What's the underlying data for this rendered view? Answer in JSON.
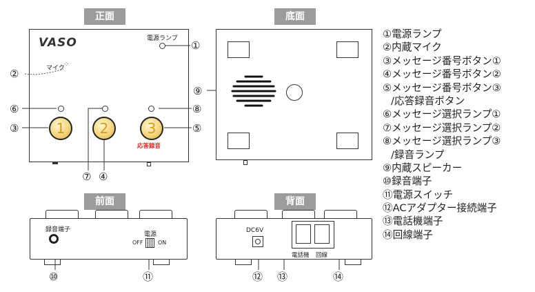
{
  "views": {
    "front_top": {
      "title": "正面"
    },
    "bottom": {
      "title": "底面"
    },
    "front": {
      "title": "前面"
    },
    "back": {
      "title": "背面"
    }
  },
  "device": {
    "logo": "VASO",
    "power_lamp_label": "電源ランプ",
    "mic_label": "マイク",
    "button_numbers": [
      "1",
      "2",
      "3"
    ],
    "answer_record_label": "応答録音",
    "record_terminal_label": "録音端子",
    "power_label": "電源",
    "off_label": "OFF",
    "on_label": "ON",
    "dc_label": "DC6V",
    "phone_label": "電話機",
    "line_label": "回線"
  },
  "callouts": [
    "①",
    "②",
    "③",
    "④",
    "⑤",
    "⑥",
    "⑦",
    "⑧",
    "⑨",
    "⑩",
    "⑪",
    "⑫",
    "⑬",
    "⑭"
  ],
  "legend": [
    "①電源ランプ",
    "②内蔵マイク",
    "③メッセージ番号ボタン①",
    "④メッセージ番号ボタン②",
    "⑤メッセージ番号ボタン③",
    "/応答録音ボタン",
    "⑥メッセージ選択ランプ①",
    "⑦メッセージ選択ランプ②",
    "⑧メッセージ選択ランプ③",
    "/録音ランプ",
    "⑨内蔵スピーカー",
    "⑩録音端子",
    "⑪電源スイッチ",
    "⑫ACアダプター接続端子",
    "⑬電話機端子",
    "⑭回線端子"
  ],
  "colors": {
    "tag_bg": "#9c9c9c",
    "button_fill": "#f3d27a",
    "button_digit": "#d49a20",
    "answer_label": "#d2332b"
  }
}
